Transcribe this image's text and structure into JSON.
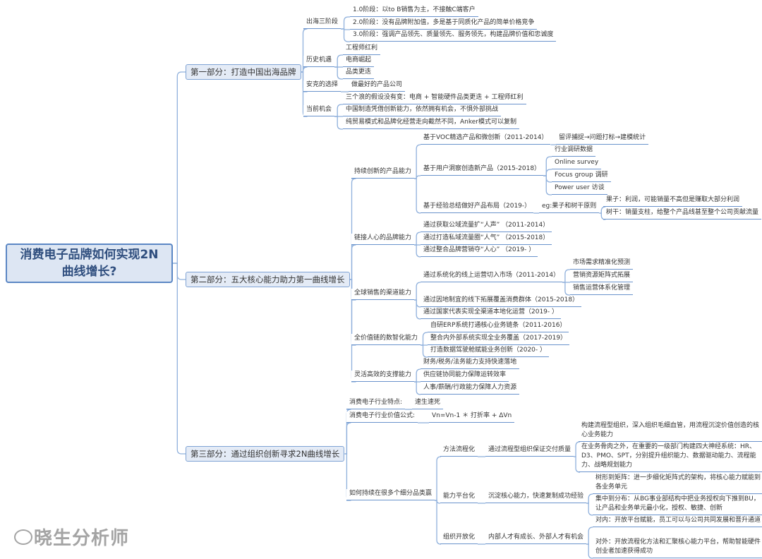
{
  "root": "消费电子品牌如何实现2N曲线增长?",
  "part1": {
    "title": "第一部分：打造中国出海品牌",
    "stages": {
      "label": "出海三阶段",
      "items": [
        "1.0阶段：以to B销售为主，不接触C端客户",
        "2.0阶段：没有品牌附加值，多是基于同质化产品的简单价格竞争",
        "3.0阶段：强调产品领先、质量领先、服务领先，构建品牌价值和忠诚度"
      ]
    },
    "history": {
      "label": "历史机遇",
      "items": [
        "工程师红利",
        "电商崛起",
        "品类更迭"
      ]
    },
    "choice": {
      "label": "安克的选择",
      "items": [
        "做最好的产品公司"
      ]
    },
    "now": {
      "label": "当前机会",
      "items": [
        "三个浪的假设没有变：电商 + 智能硬件品类更迭 + 工程师红利",
        "中国制造凭借创新能力，依然拥有机会，不惧外部挑战",
        "纯贸易模式和品牌化经营走向截然不同，Anker模式可以复制"
      ]
    }
  },
  "part2": {
    "title": "第二部分：五大核心能力助力第一曲线增长",
    "product": {
      "label": "持续创新的产品能力",
      "voc": {
        "label": "基于VOC精选产品和微创新（2011-2014）",
        "detail": "留评捕捉→问题打标→建模统计"
      },
      "insight": {
        "label": "基于用户洞察创造新产品（2015-2018）",
        "items": [
          "行业调研数据",
          "Online survey",
          "Focus group 调研",
          "Power user 访谈"
        ]
      },
      "layout": {
        "label": "基于经验总结做好产品布局（2019-）",
        "rule": "eg:果子和树干原则",
        "items": [
          "果子：利润，可能销量不高但是赚取大部分利润",
          "树干：销量支柱，给整个产品线甚至整个公司贡献流量"
        ]
      }
    },
    "brand": {
      "label": "链接人心的品牌能力",
      "items": [
        "通过获取公域流量扩“人声” （2011-2014）",
        "通过打造私域流量圈“人气” （2015-2018）",
        "通过整合品牌营销夺“人心” （2019- ）"
      ]
    },
    "channel": {
      "label": "全球销售的渠道能力",
      "online": {
        "label": "通过系统化的线上运营切入市场（2011-2014）",
        "items": [
          "市场需求精准化预测",
          "营销资源矩阵式拓展",
          "销售运营体系化管理"
        ]
      },
      "offline": "通过因地制宜的线下拓展覆盖消费群体（2015-2018）",
      "local": "通过国家代表实现全渠道本地化运营（2019- ）"
    },
    "digital": {
      "label": "全价值链的数智化能力",
      "items": [
        "自研ERP系统打通核心业务链条（2011-2016）",
        "整合内外部系统实现全业务覆盖（2017-2019）",
        "打造数据驾驶舱赋能业务创新（2020- ）"
      ]
    },
    "support": {
      "label": "灵活高效的支撑能力",
      "items": [
        "财务/税务/法务能力支持快速落地",
        "供应链协同能力保障运转效率",
        "人事/薪酬/行政能力保障人力资源"
      ]
    }
  },
  "part3": {
    "title": "第三部分：通过组织创新寻求2N曲线增长",
    "trait": {
      "label": "消费电子行业特点:",
      "value": "速生速死"
    },
    "formula": {
      "label": "消费电子行业价值公式:",
      "value": "Vn=Vn-1 ＊ 打折率 + ΔVn"
    },
    "how": {
      "label": "如何持续在很多个细分品类赢",
      "process": {
        "label": "方法流程化",
        "sub": "通过流程型组织保证交付质量",
        "items": [
          "构建流程型组织，深入组织毛细血管，用流程沉淀价值创造的核心业务能力",
          "在业务骨肉之外，在重要的一级部门构建四大神经系统：HR、D3、PMO、SPT，分别提升组织能力、数据驱动能力、流程能力、战略规划能力"
        ]
      },
      "platform": {
        "label": "能力平台化",
        "sub": "沉淀核心能力，快速复制成功经验",
        "items": [
          "树形到矩阵：进一步细化矩阵式的架构，将核心能力赋能到各业务单元",
          "集中到分布：从BG事业部结构中把业务授权向下推到BU，让产品和业务单元最小化，授权、敏捷、创新"
        ]
      },
      "open": {
        "label": "组织开放化",
        "sub": "内部人才有成长、外部人才有机会",
        "items": [
          "对内：开放平台赋能，员工可以与公司共同发展和晋升通道",
          "对外：开放流程化方法和汇聚核心能力平台，帮助智能硬件创业者加速获得成功"
        ]
      }
    }
  },
  "watermark": "晓生分析师"
}
